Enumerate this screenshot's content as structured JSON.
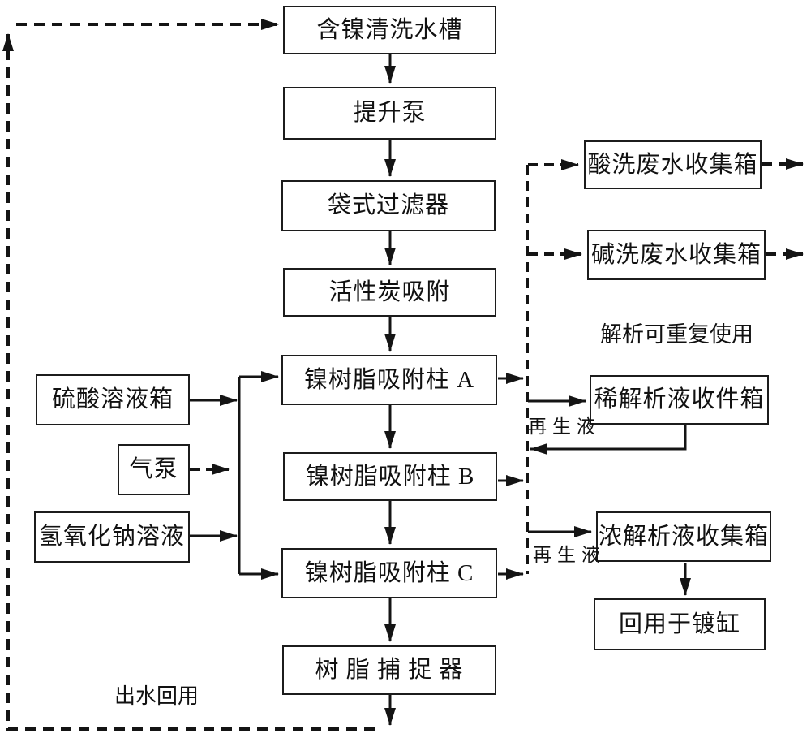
{
  "colors": {
    "line": "#141414",
    "text": "#111111",
    "box_background": "#ffffff",
    "page_background": "#ffffff"
  },
  "process_chain": {
    "nickel_rinse_tank": "含镍清洗水槽",
    "lift_pump": "提升泵",
    "bag_filter": "袋式过滤器",
    "activated_carbon_adsorption": "活性炭吸附",
    "nickel_resin_column_a": "镍树脂吸附柱 A",
    "nickel_resin_column_b": "镍树脂吸附柱 B",
    "nickel_resin_column_c": "镍树脂吸附柱 C",
    "resin_trap": "树 脂 捕 捉 器"
  },
  "reagent_inputs": {
    "sulfuric_acid_tank": "硫酸溶液箱",
    "air_pump": "气泵",
    "sodium_hydroxide_solution": "氢氧化钠溶液"
  },
  "collection": {
    "acid_wash_wastewater_tank": "酸洗废水收集箱",
    "alkali_wash_wastewater_tank": "碱洗废水收集箱",
    "dilute_eluate_receiving_tank": "稀解析液收件箱",
    "concentrated_eluate_collection_tank": "浓解析液收集箱",
    "reuse_in_plating_tank": "回用于镀缸"
  },
  "annotations": {
    "eluate_reusable": "解析可重复使用",
    "regeneration_liquid_upper": "再生液",
    "regeneration_liquid_lower": "再生液",
    "effluent_water_reuse": "出水回用"
  }
}
